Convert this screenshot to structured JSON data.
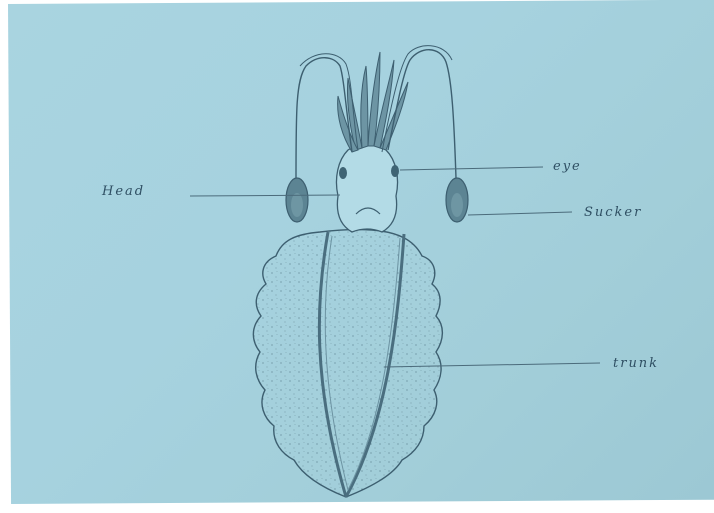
{
  "diagram": {
    "labels": {
      "head": "Head",
      "eye": "eye",
      "sucker": "Sucker",
      "trunk": "trunk"
    }
  },
  "colors": {
    "paper": "#a6d2df",
    "pencil": "#3d5f70",
    "shading": "#58808f"
  }
}
